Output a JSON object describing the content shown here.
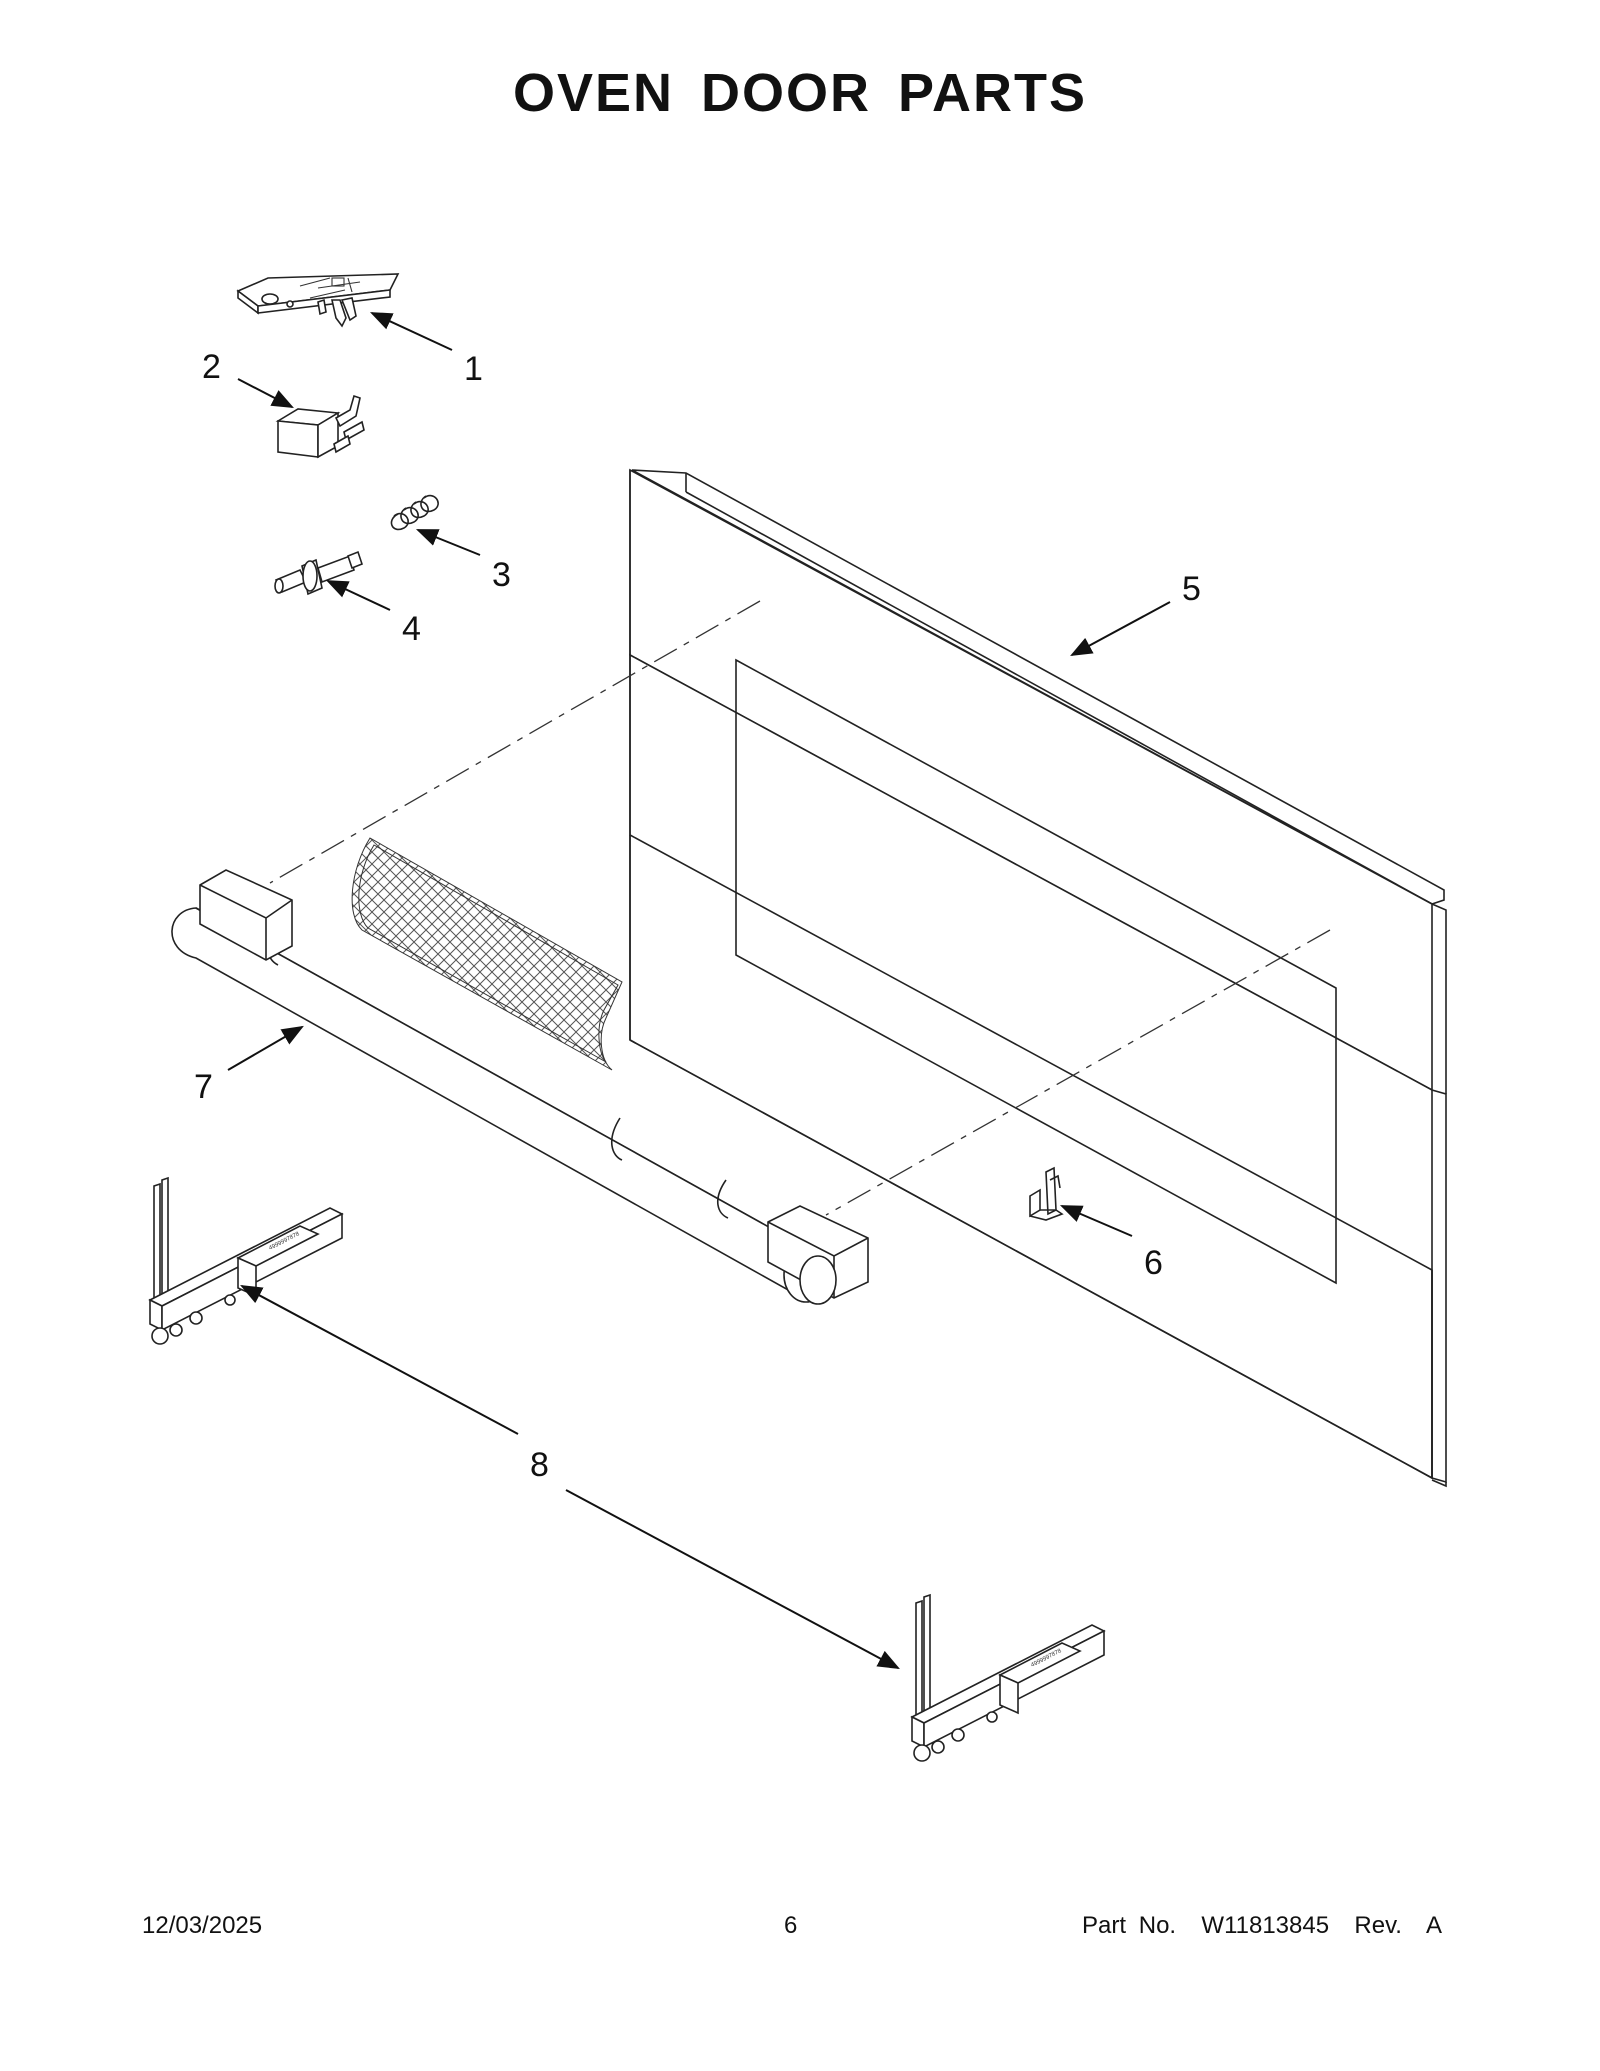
{
  "page": {
    "title": "OVEN DOOR PARTS"
  },
  "callouts": [
    "1",
    "2",
    "3",
    "4",
    "5",
    "6",
    "7",
    "8"
  ],
  "parts": {
    "hinge_stamp_text": "4999997878"
  },
  "footer": {
    "date": "12/03/2025",
    "page_number": "6",
    "part_number": "Part No.  W11813845  Rev.  A"
  }
}
